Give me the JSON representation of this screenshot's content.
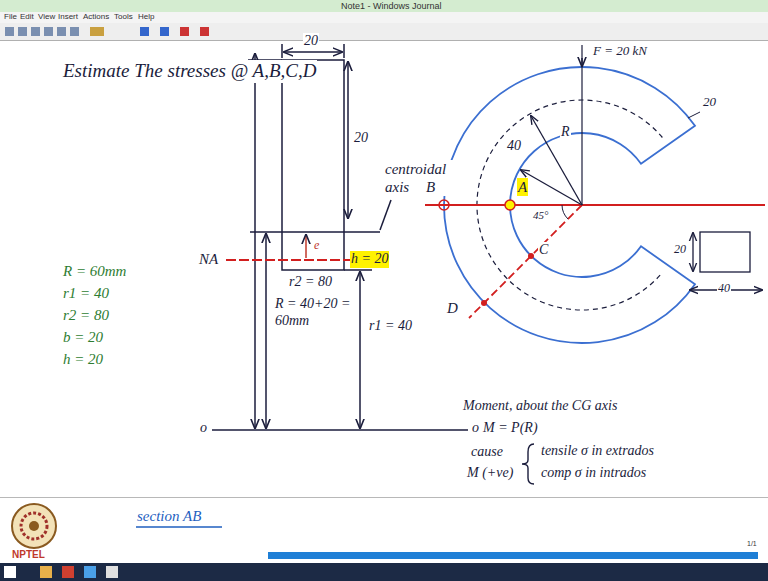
{
  "diagram": {
    "title": "Estimate The stresses @ A,B,C,D",
    "labels": [
      "Note1 - Windows Journal",
      "File",
      "Edit",
      "View",
      "Insert",
      "Actions",
      "Tools",
      "Help",
      "20",
      "20",
      "centroidal axis",
      "NA",
      "e",
      "h = 20",
      "r2 = 80",
      "R = 40+20 = 60mm",
      "r1 = 40",
      "o",
      "o",
      "R = 60mm",
      "r1 = 40",
      "r2 = 80",
      "b = 20",
      "h = 20",
      "F = 20 kN",
      "R",
      "40",
      "20",
      "B",
      "A",
      "C",
      "D",
      "45°",
      "20",
      "40",
      "Moment, about the CG axis",
      "M = P(R)",
      "cause",
      "M (+ve)",
      "tensile σ in extrados",
      "comp σ in intrados",
      "section AB",
      "NPTEL",
      "1/1"
    ]
  }
}
